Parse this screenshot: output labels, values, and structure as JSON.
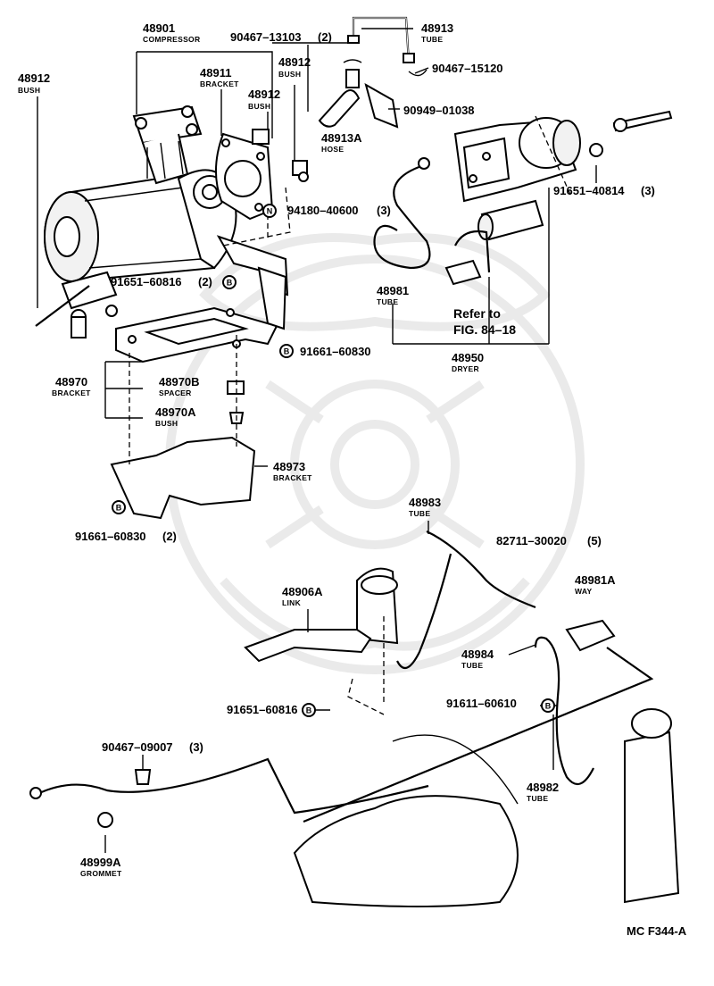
{
  "diagram_code": "MC F344-A",
  "reference_note": {
    "line1": "Refer to",
    "line2": "FIG. 84–18"
  },
  "callouts": {
    "c48912a": {
      "part_no": "48912",
      "name": "BUSH"
    },
    "c48901": {
      "part_no": "48901",
      "name": "COMPRESSOR"
    },
    "c90467_13103": {
      "part_no": "90467–13103",
      "qty": "(2)"
    },
    "c48913": {
      "part_no": "48913",
      "name": "TUBE"
    },
    "c90467_15120": {
      "part_no": "90467–15120"
    },
    "c48911": {
      "part_no": "48911",
      "name": "BRACKET"
    },
    "c48912b": {
      "part_no": "48912",
      "name": "BUSH"
    },
    "c48912c": {
      "part_no": "48912",
      "name": "BUSH"
    },
    "c90949_01038": {
      "part_no": "90949–01038"
    },
    "c48913a": {
      "part_no": "48913A",
      "name": "HOSE"
    },
    "c91651_40814": {
      "part_no": "91651–40814",
      "qty": "(3)"
    },
    "c94180_40600": {
      "part_no": "94180–40600",
      "qty": "(3)",
      "marker": "N"
    },
    "c91651_60816a": {
      "part_no": "91651–60816",
      "qty": "(2)",
      "marker": "B"
    },
    "c48981": {
      "part_no": "48981",
      "name": "TUBE"
    },
    "c91661_60830a": {
      "part_no": "91661–60830",
      "marker": "B"
    },
    "c48950": {
      "part_no": "48950",
      "name": "DRYER"
    },
    "c48970": {
      "part_no": "48970",
      "name": "BRACKET"
    },
    "c48970b": {
      "part_no": "48970B",
      "name": "SPACER"
    },
    "c48970a": {
      "part_no": "48970A",
      "name": "BUSH"
    },
    "c48973": {
      "part_no": "48973",
      "name": "BRACKET"
    },
    "c91661_60830b": {
      "part_no": "91661–60830",
      "qty": "(2)",
      "marker": "B"
    },
    "c48983": {
      "part_no": "48983",
      "name": "TUBE"
    },
    "c82711_30020": {
      "part_no": "82711–30020",
      "qty": "(5)"
    },
    "c48981a": {
      "part_no": "48981A",
      "name": "WAY"
    },
    "c48906a": {
      "part_no": "48906A",
      "name": "LINK"
    },
    "c48984": {
      "part_no": "48984",
      "name": "TUBE"
    },
    "c91611_60610": {
      "part_no": "91611–60610",
      "marker": "B"
    },
    "c91651_60816b": {
      "part_no": "91651–60816",
      "marker": "B"
    },
    "c90467_09007": {
      "part_no": "90467–09007",
      "qty": "(3)"
    },
    "c48982": {
      "part_no": "48982",
      "name": "TUBE"
    },
    "c48999a": {
      "part_no": "48999A",
      "name": "GROMMET"
    }
  }
}
